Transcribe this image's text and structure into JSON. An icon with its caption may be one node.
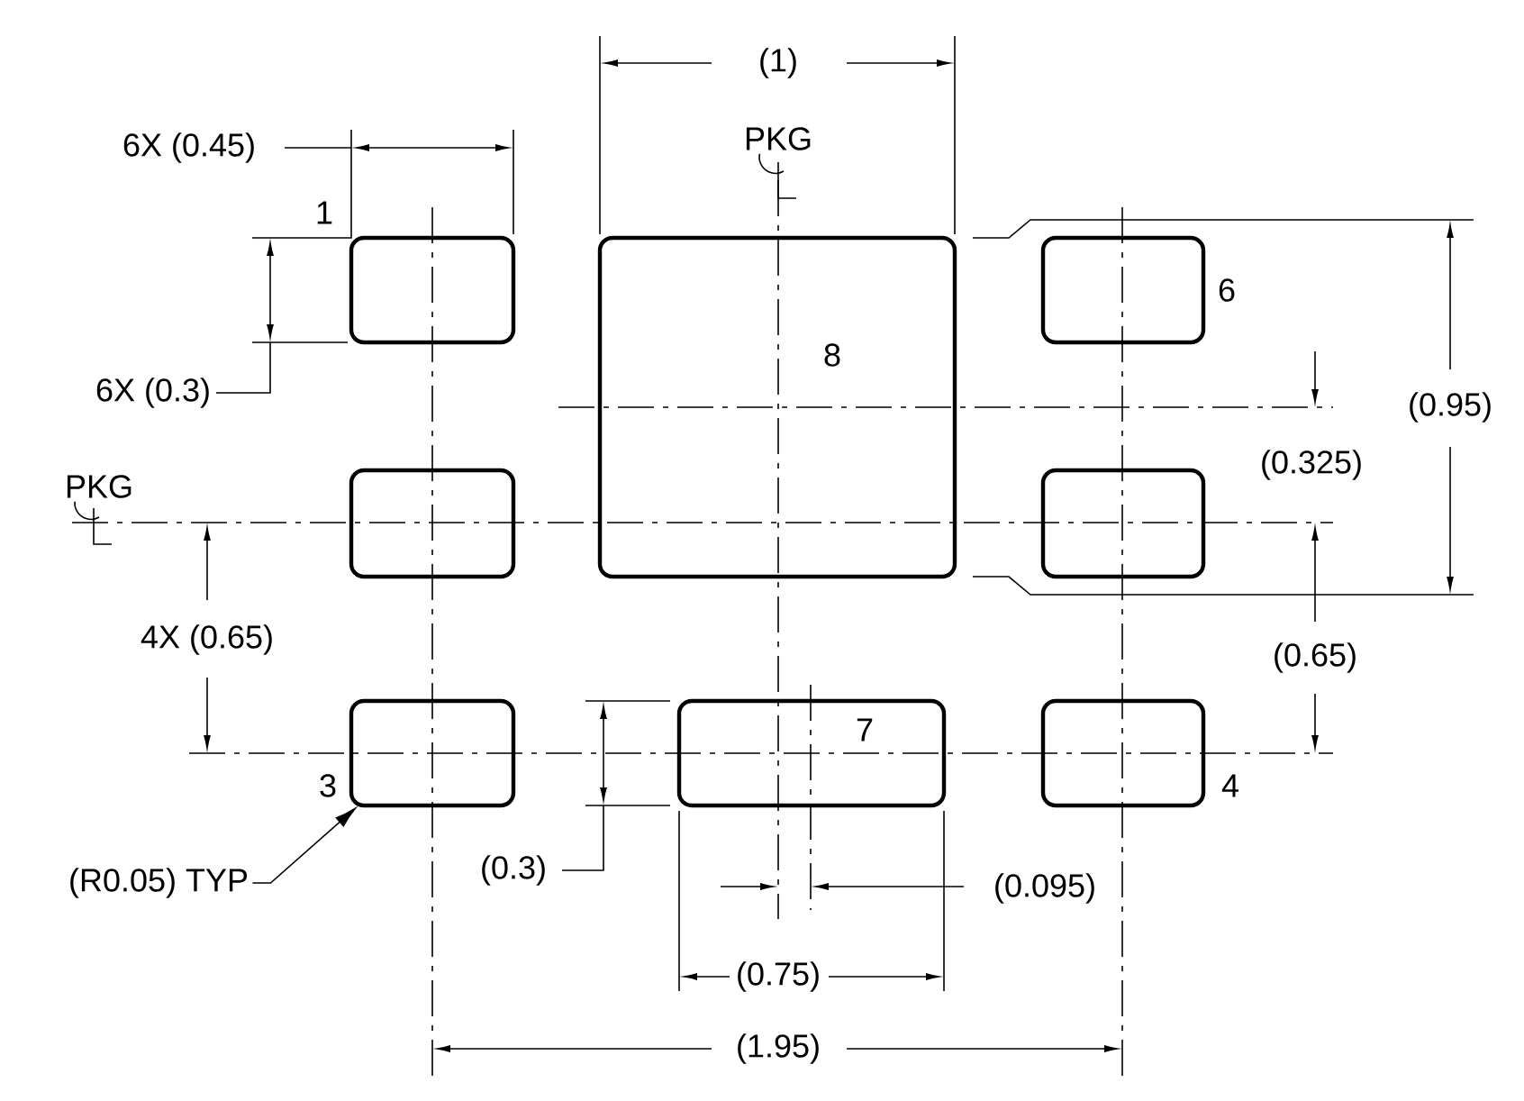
{
  "diagram": {
    "nodes": [
      {
        "text": [],
        "shape": "box",
        "beside": [
          "1"
        ]
      },
      {
        "text": [
          "8"
        ]
      },
      {
        "text": [],
        "shape": "box",
        "beside": [
          "6"
        ]
      },
      {
        "text": [],
        "shape": "box"
      },
      {
        "text": [],
        "shape": "box"
      },
      {
        "text": [],
        "shape": "box",
        "beside": [
          "3"
        ]
      },
      {
        "text": [
          "7"
        ]
      },
      {
        "text": [],
        "shape": "box",
        "beside": [
          "4"
        ]
      },
      {
        "text": [
          "(R0.05) TYP"
        ]
      }
    ],
    "edges": [
      {
        "from": 8,
        "to": 5,
        "arrow": "to"
      }
    ],
    "labels": [
      "(1)",
      "6X (0.45)",
      "PKG",
      "6X (0.3)",
      "(0.95)",
      "PKG",
      "(0.325)",
      "4X (0.65)",
      "(0.65)",
      "(0.3)",
      "(0.095)",
      "(0.75)",
      "(1.95)"
    ]
  }
}
